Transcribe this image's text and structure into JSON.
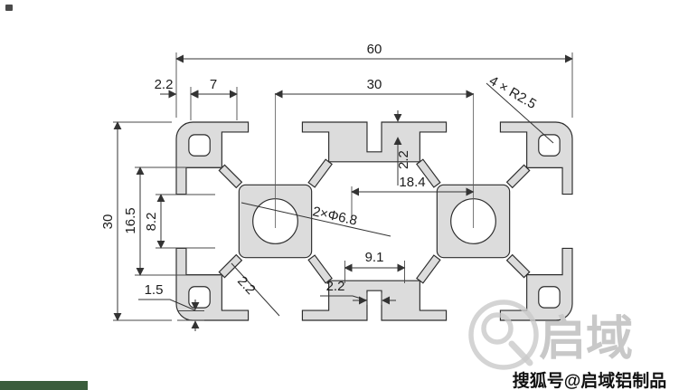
{
  "dimensions": {
    "overall_width": "60",
    "wall_thickness_top": "2.2",
    "tab_width": "7",
    "hole_spacing": "30",
    "corner_radius": "4 × R2.5",
    "overall_height": "30",
    "slot_cavity": "16.5",
    "slot_opening": "8.2",
    "plate_thickness": "2.2",
    "cavity_width": "18.4",
    "hole_callout": "2×Φ6.8",
    "bottom_block": "9.1",
    "groove_width": "2.2",
    "lip_thickness": "1.5",
    "slot_wall": "2.2"
  },
  "watermark": {
    "brand": "启域",
    "credit": "搜狐号@启域铝制品"
  },
  "colors": {
    "profile_fill": "#dcdcdc",
    "outline": "#2c2c2c",
    "dimension_lines": "#333333",
    "watermark_gray": "#c8c8c8",
    "footer_text": "#111111",
    "green_bar": "#3a5d3c",
    "background": "#ffffff"
  }
}
